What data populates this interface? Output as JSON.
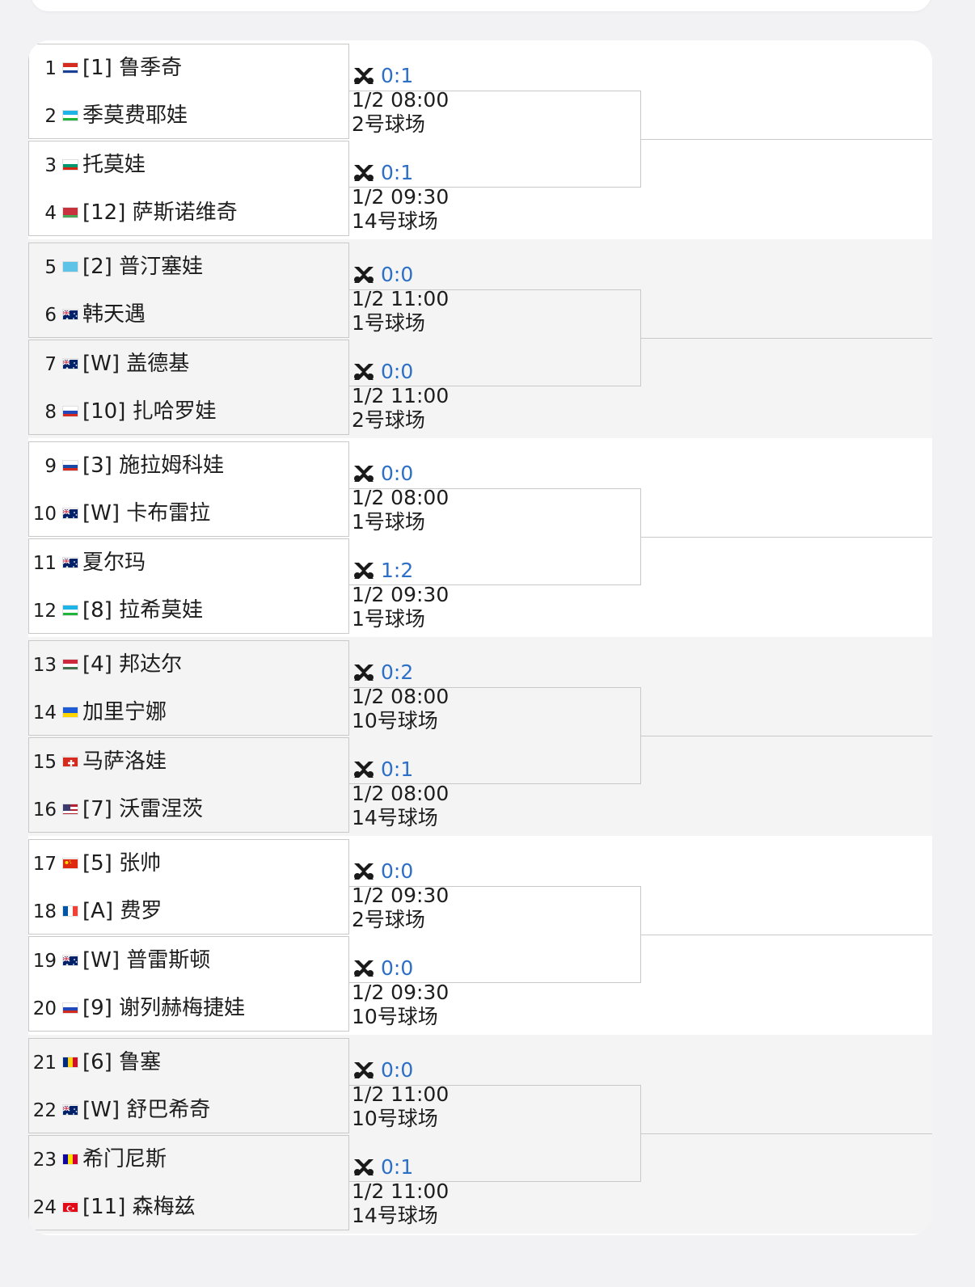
{
  "players": [
    {
      "num": "1",
      "name": "[1] 鲁季奇",
      "flag": "croatia"
    },
    {
      "num": "2",
      "name": " 季莫费耶娃",
      "flag": "uzbekistan"
    },
    {
      "num": "3",
      "name": " 托莫娃",
      "flag": "bulgaria"
    },
    {
      "num": "4",
      "name": "[12] 萨斯诺维奇",
      "flag": "belarus"
    },
    {
      "num": "5",
      "name": "[2] 普汀塞娃",
      "flag": "kazakhstan"
    },
    {
      "num": "6",
      "name": " 韩天遇",
      "flag": "australia"
    },
    {
      "num": "7",
      "name": "[W] 盖德基",
      "flag": "australia"
    },
    {
      "num": "8",
      "name": "[10] 扎哈罗娃",
      "flag": "russia"
    },
    {
      "num": "9",
      "name": "[3] 施拉姆科娃",
      "flag": "slovakia"
    },
    {
      "num": "10",
      "name": "[W] 卡布雷拉",
      "flag": "australia"
    },
    {
      "num": "11",
      "name": " 夏尔玛",
      "flag": "australia"
    },
    {
      "num": "12",
      "name": "[8] 拉希莫娃",
      "flag": "uzbekistan"
    },
    {
      "num": "13",
      "name": "[4] 邦达尔",
      "flag": "hungary"
    },
    {
      "num": "14",
      "name": " 加里宁娜",
      "flag": "ukraine"
    },
    {
      "num": "15",
      "name": " 马萨洛娃",
      "flag": "switzerland"
    },
    {
      "num": "16",
      "name": "[7] 沃雷涅茨",
      "flag": "usa"
    },
    {
      "num": "17",
      "name": "[5] 张帅",
      "flag": "china"
    },
    {
      "num": "18",
      "name": "[A] 费罗",
      "flag": "france"
    },
    {
      "num": "19",
      "name": "[W] 普雷斯顿",
      "flag": "australia"
    },
    {
      "num": "20",
      "name": "[9] 谢列赫梅捷娃",
      "flag": "russia"
    },
    {
      "num": "21",
      "name": "[6] 鲁塞",
      "flag": "romania"
    },
    {
      "num": "22",
      "name": "[W] 舒巴希奇",
      "flag": "australia"
    },
    {
      "num": "23",
      "name": " 希门尼斯",
      "flag": "andorra"
    },
    {
      "num": "24",
      "name": "[11] 森梅兹",
      "flag": "turkey"
    }
  ],
  "matches": [
    {
      "score": "0:1",
      "time": "1/2 08:00",
      "court": "2号球场"
    },
    {
      "score": "0:1",
      "time": "1/2 09:30",
      "court": "14号球场"
    },
    {
      "score": "0:0",
      "time": "1/2 11:00",
      "court": "1号球场"
    },
    {
      "score": "0:0",
      "time": "1/2 11:00",
      "court": "2号球场"
    },
    {
      "score": "0:0",
      "time": "1/2 08:00",
      "court": "1号球场"
    },
    {
      "score": "1:2",
      "time": "1/2 09:30",
      "court": "1号球场"
    },
    {
      "score": "0:2",
      "time": "1/2 08:00",
      "court": "10号球场"
    },
    {
      "score": "0:1",
      "time": "1/2 08:00",
      "court": "14号球场"
    },
    {
      "score": "0:0",
      "time": "1/2 09:30",
      "court": "2号球场"
    },
    {
      "score": "0:0",
      "time": "1/2 09:30",
      "court": "10号球场"
    },
    {
      "score": "0:0",
      "time": "1/2 11:00",
      "court": "10号球场"
    },
    {
      "score": "0:1",
      "time": "1/2 11:00",
      "court": "14号球场"
    }
  ],
  "colors": {
    "score": "#2c6fc7",
    "shade": "#f4f4f5",
    "line": "#c9c9c9"
  },
  "icons": {
    "h2h": "h2h-icon"
  }
}
